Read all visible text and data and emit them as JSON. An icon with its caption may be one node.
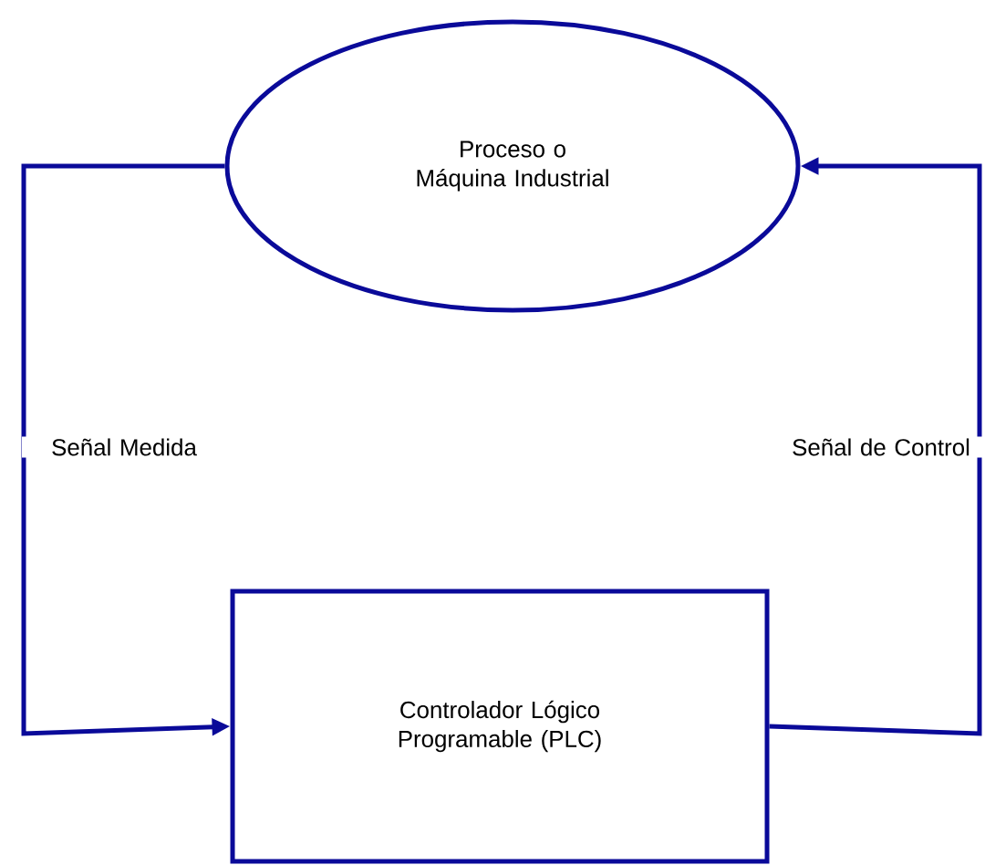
{
  "diagram": {
    "nodes": [
      {
        "text": [
          "Proceso o Máquina Industrial"
        ]
      },
      {
        "text": [
          "Controlador Lógico Programable (PLC)"
        ]
      }
    ],
    "edges": [
      {
        "from": 0,
        "to": 1,
        "arrow": "to",
        "label": "Señal Medida"
      },
      {
        "from": 1,
        "to": 0,
        "arrow": "to",
        "label": "Señal de Control"
      }
    ]
  }
}
